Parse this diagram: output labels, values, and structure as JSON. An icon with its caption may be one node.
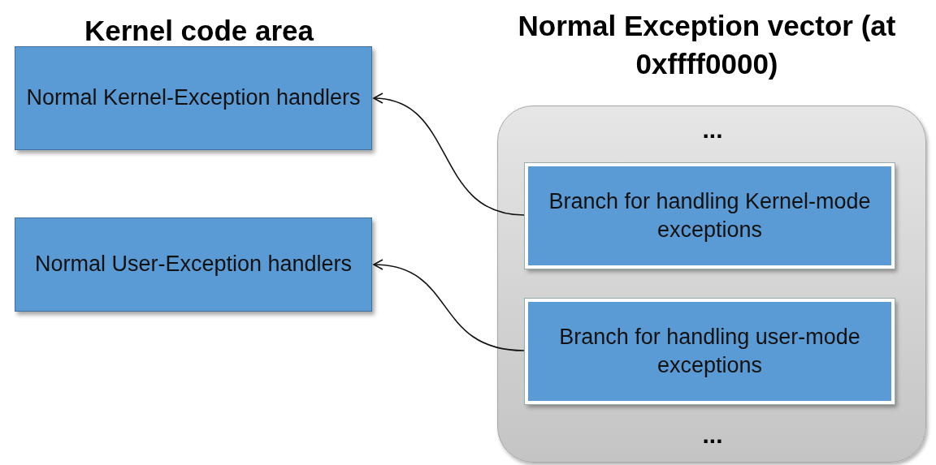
{
  "diagram": {
    "nodes": [
      {
        "text": [
          "Normal Exception vector (at 0xffff0000)",
          "...",
          "..."
        ]
      },
      {
        "text": [
          "Normal Kernel-Exception handlers"
        ]
      },
      {
        "text": [
          "Normal User-Exception handlers"
        ]
      },
      {
        "text": [
          "Branch for handling Kernel-mode exceptions"
        ],
        "in": 0
      },
      {
        "text": [
          "Branch for handling user-mode exceptions"
        ],
        "in": 0
      }
    ],
    "edges": [
      {
        "from": 3,
        "to": 1,
        "arrow": "to"
      },
      {
        "from": 4,
        "to": 2,
        "arrow": "to"
      }
    ],
    "labels": [
      "Kernel code area"
    ]
  }
}
